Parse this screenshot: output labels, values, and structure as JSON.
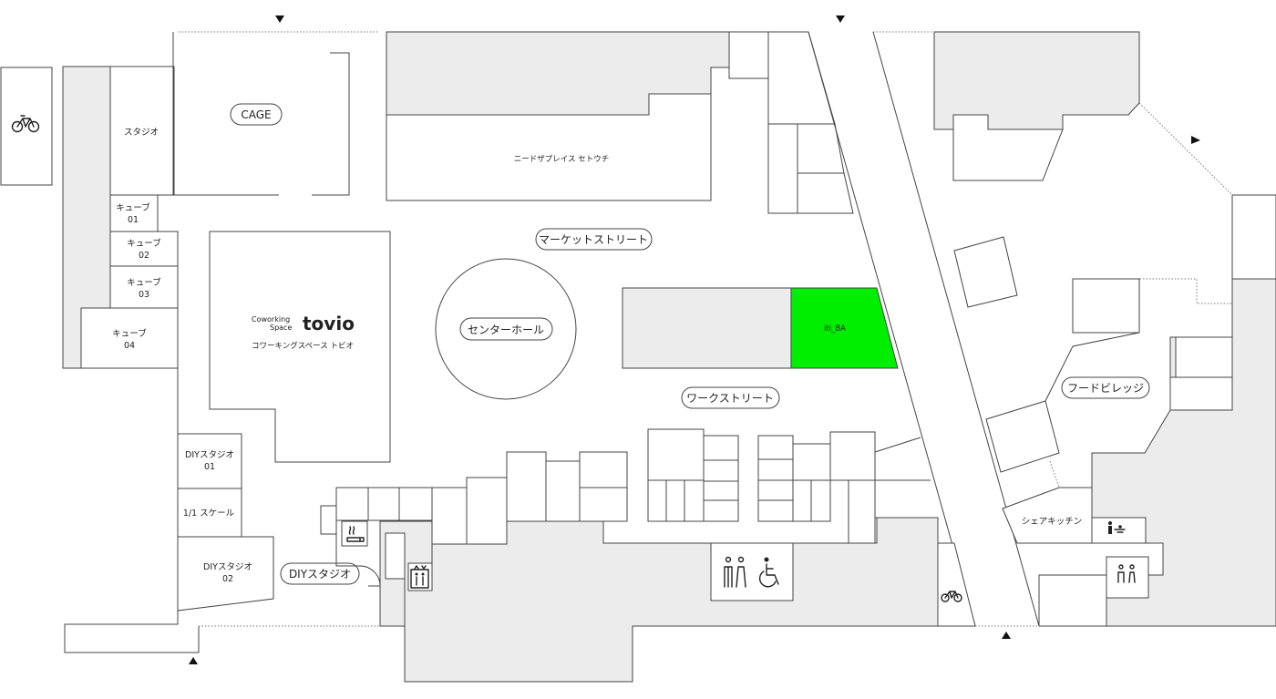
{
  "map": {
    "labels": {
      "studio": "スタジオ",
      "cage": "CAGE",
      "needs_place": "ニードザプレイス セトウチ",
      "market_street": "マーケットストリート",
      "cube01_a": "キューブ",
      "cube01_b": "01",
      "cube02_a": "キューブ",
      "cube02_b": "02",
      "cube03_a": "キューブ",
      "cube03_b": "03",
      "cube04_a": "キューブ",
      "cube04_b": "04",
      "coworking_a": "Coworking",
      "coworking_b": "Space",
      "tovio": "tovio",
      "coworking_jp": "コワーキングスペース トビオ",
      "center_hall": "センターホール",
      "iti_ba": "iti_BA",
      "work_street": "ワークストリート",
      "food_village": "フードビレッジ",
      "diy01_a": "DIYスタジオ",
      "diy01_b": "01",
      "scale": "1/1 スケール",
      "diy02_a": "DIYスタジオ",
      "diy02_b": "02",
      "diy_studio": "DIYスタジオ",
      "share_kitchen": "シェアキッチン"
    },
    "highlight_color": "#00ee00",
    "fill_gray": "#ececec",
    "icons": [
      "bicycle-icon",
      "restroom-icon",
      "wheelchair-icon",
      "elevator-icon",
      "smoking-icon",
      "baby-care-icon",
      "entrance-arrow-icon"
    ]
  }
}
